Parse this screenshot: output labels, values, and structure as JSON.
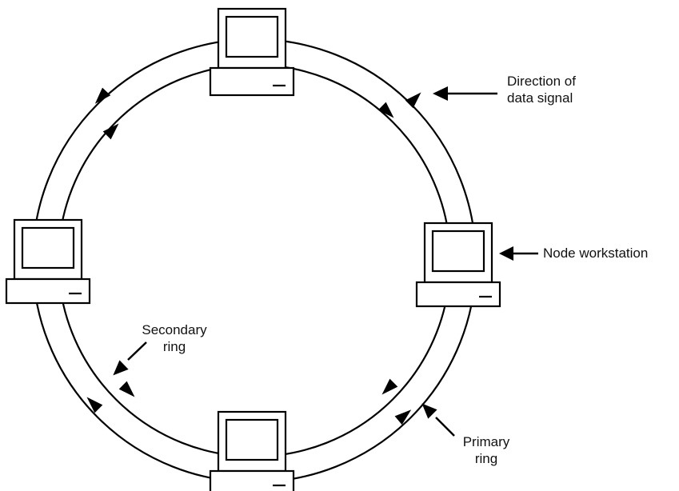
{
  "labels": {
    "direction": [
      "Direction of",
      "data signal"
    ],
    "node": "Node workstation",
    "secondary": [
      "Secondary",
      "ring"
    ],
    "primary": [
      "Primary",
      "ring"
    ]
  },
  "nodes": [
    "top",
    "left",
    "right",
    "bottom"
  ],
  "colors": {
    "stroke": "#000000",
    "background": "#ffffff"
  }
}
